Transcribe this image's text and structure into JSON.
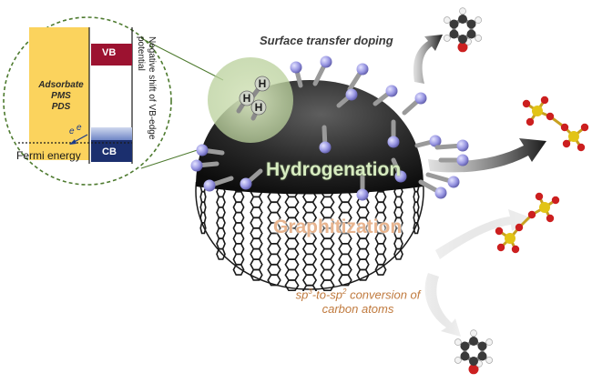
{
  "labels": {
    "surface_transfer_doping": "Surface transfer doping",
    "hydrogenation": "Hydrogenation",
    "graphitization": "Graphitization",
    "conversion_line1": "sp",
    "conversion_sup1": "3",
    "conversion_mid": "-to-sp",
    "conversion_sup2": "2",
    "conversion_rest": " conversion of carbon atoms"
  },
  "band_diagram": {
    "adsorbate_lines": [
      "Adsorbate",
      "PMS",
      "PDS"
    ],
    "vb": "VB",
    "cb": "CB",
    "fermi": "Fermi energy",
    "negative_shift": "Negative shift of VB-edge potential",
    "electron1": "e",
    "electron2": "e"
  },
  "hydrogen_label": "H",
  "colors": {
    "adsorbate_fill": "#fbd35d",
    "vb_fill": "#9c1230",
    "cb_fill": "#1b2f6e",
    "sphere_dark": "#1e1e1e",
    "hydrogen_atom": "#9e9ce8",
    "dashed_circle": "#4d7a2e",
    "hydrogenation_text": "#d7ecc0",
    "graphitization_text": "#e8b48e",
    "conversion_text": "#c07a3e"
  }
}
